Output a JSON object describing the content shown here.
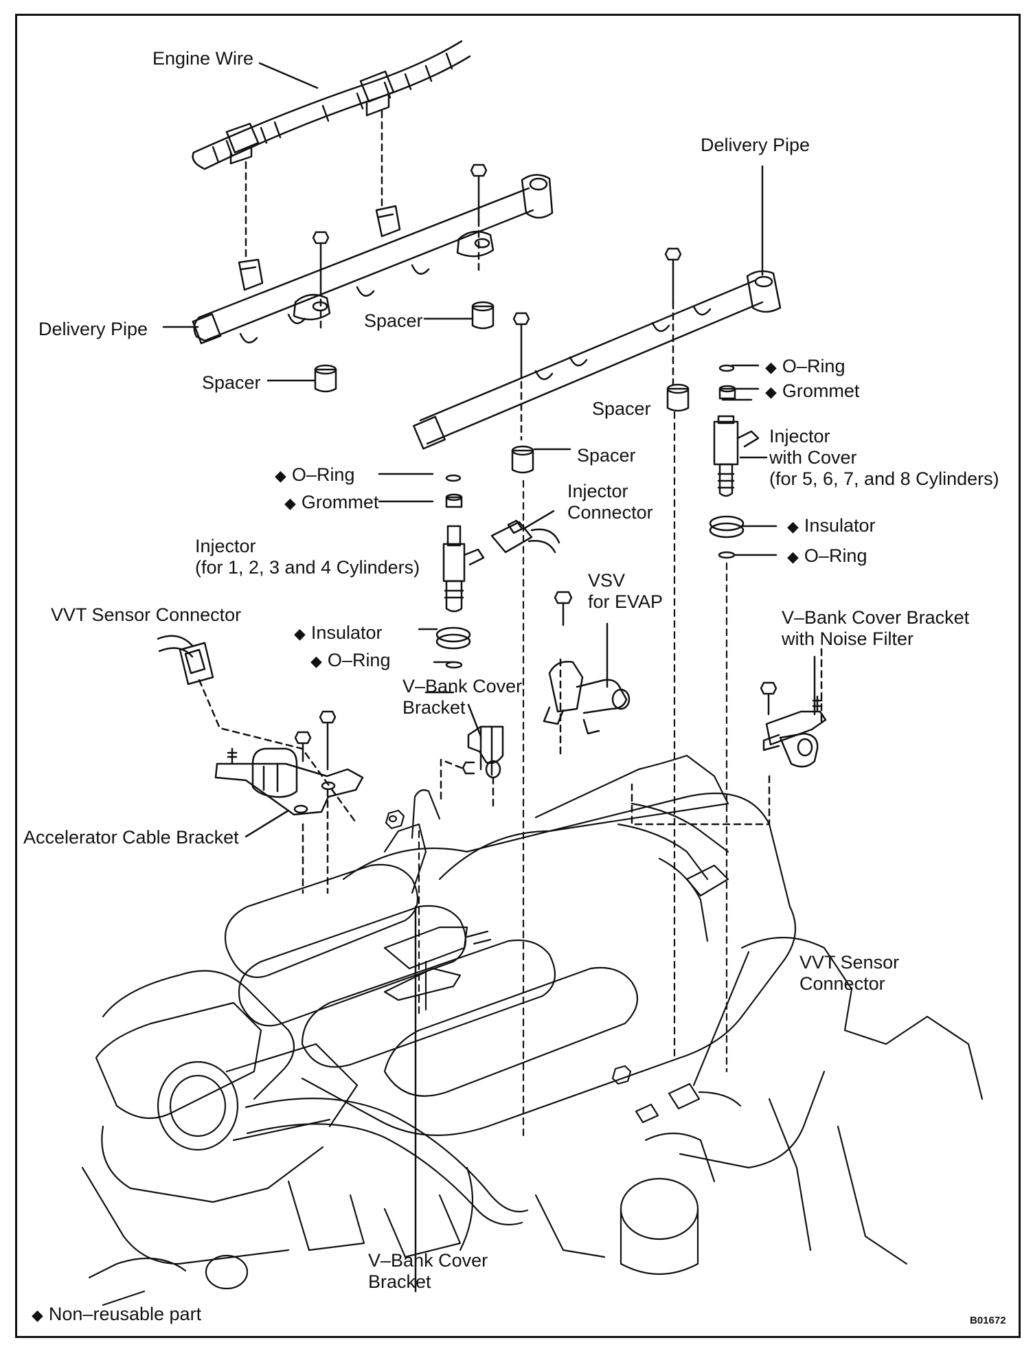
{
  "diagram_code": "B01672",
  "legend": {
    "marker": "◆",
    "text": "Non–reusable part"
  },
  "labels": {
    "engine_wire": "Engine Wire",
    "delivery_pipe_right": "Delivery Pipe",
    "delivery_pipe_left": "Delivery Pipe",
    "spacer_1": "Spacer",
    "spacer_2": "Spacer",
    "spacer_3": "Spacer",
    "spacer_4": "Spacer",
    "oring_r1": "O–Ring",
    "grommet_r": "Grommet",
    "injector_cover": [
      "Injector",
      "with Cover",
      "(for 5, 6, 7, and 8 Cylinders)"
    ],
    "insulator_r": "Insulator",
    "oring_r2": "O–Ring",
    "oring_l1": "O–Ring",
    "grommet_l": "Grommet",
    "injector_connector": [
      "Injector",
      "Connector"
    ],
    "injector_14": [
      "Injector",
      "(for 1, 2, 3 and 4 Cylinders)"
    ],
    "vvt_sensor_connector_left": "VVT Sensor Connector",
    "insulator_l": "Insulator",
    "oring_l2": "O–Ring",
    "vsv_evap": [
      "VSV",
      "for EVAP"
    ],
    "vbank_bracket_noise": [
      "V–Bank Cover Bracket",
      "with Noise Filter"
    ],
    "vbank_bracket_mid": [
      "V–Bank Cover",
      "Bracket"
    ],
    "accelerator_cable_bracket": "Accelerator Cable Bracket",
    "vvt_sensor_connector_right": [
      "VVT Sensor",
      "Connector"
    ],
    "vbank_bracket_bottom": [
      "V–Bank Cover",
      "Bracket"
    ]
  },
  "non_reusable_marker": "◆"
}
